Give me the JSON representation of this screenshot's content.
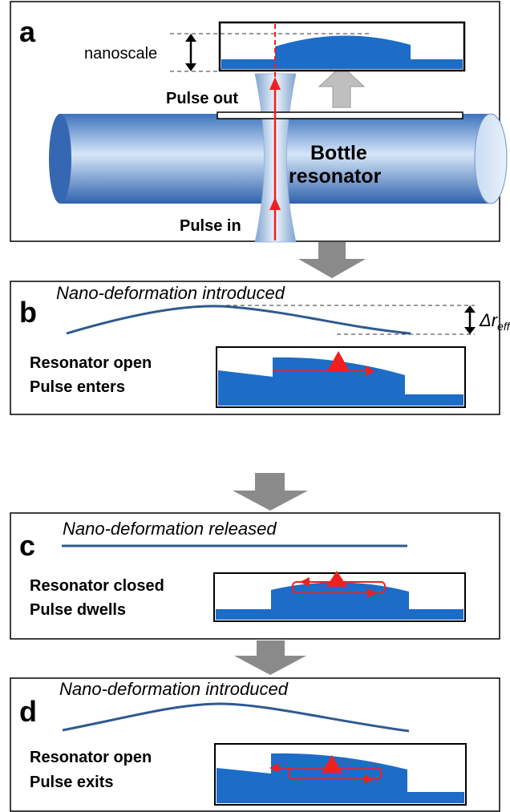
{
  "colors": {
    "deformation_line": "#2f5a8f",
    "resonator_fill": "#1d6cc7",
    "pulse": "#f01f1f",
    "step_arrow": "#8a8a8a",
    "frame": "#000000",
    "fiber_light": "#d6e6f8",
    "fiber_dark": "#3d72bd"
  },
  "icons": {
    "step_arrow": "down-arrow-icon",
    "double_arrow": "double-headed-arrow-icon",
    "pulse": "pulse-triangle-icon"
  },
  "panel_a": {
    "label": "a",
    "scale_label": "nanoscale",
    "pulse_out_label": "Pulse out",
    "pulse_in_label": "Pulse in",
    "fiber_label_line1": "Bottle",
    "fiber_label_line2": "resonator"
  },
  "panel_b": {
    "label": "b",
    "caption": "Nano-deformation introduced",
    "delta_symbol": "Δr",
    "delta_subscript": "eff",
    "state_line1": "Resonator open",
    "state_line2": "Pulse enters"
  },
  "panel_c": {
    "label": "c",
    "caption": "Nano-deformation released",
    "state_line1": "Resonator closed",
    "state_line2": "Pulse dwells"
  },
  "panel_d": {
    "label": "d",
    "caption": "Nano-deformation introduced",
    "state_line1": "Resonator open",
    "state_line2": "Pulse exits"
  }
}
